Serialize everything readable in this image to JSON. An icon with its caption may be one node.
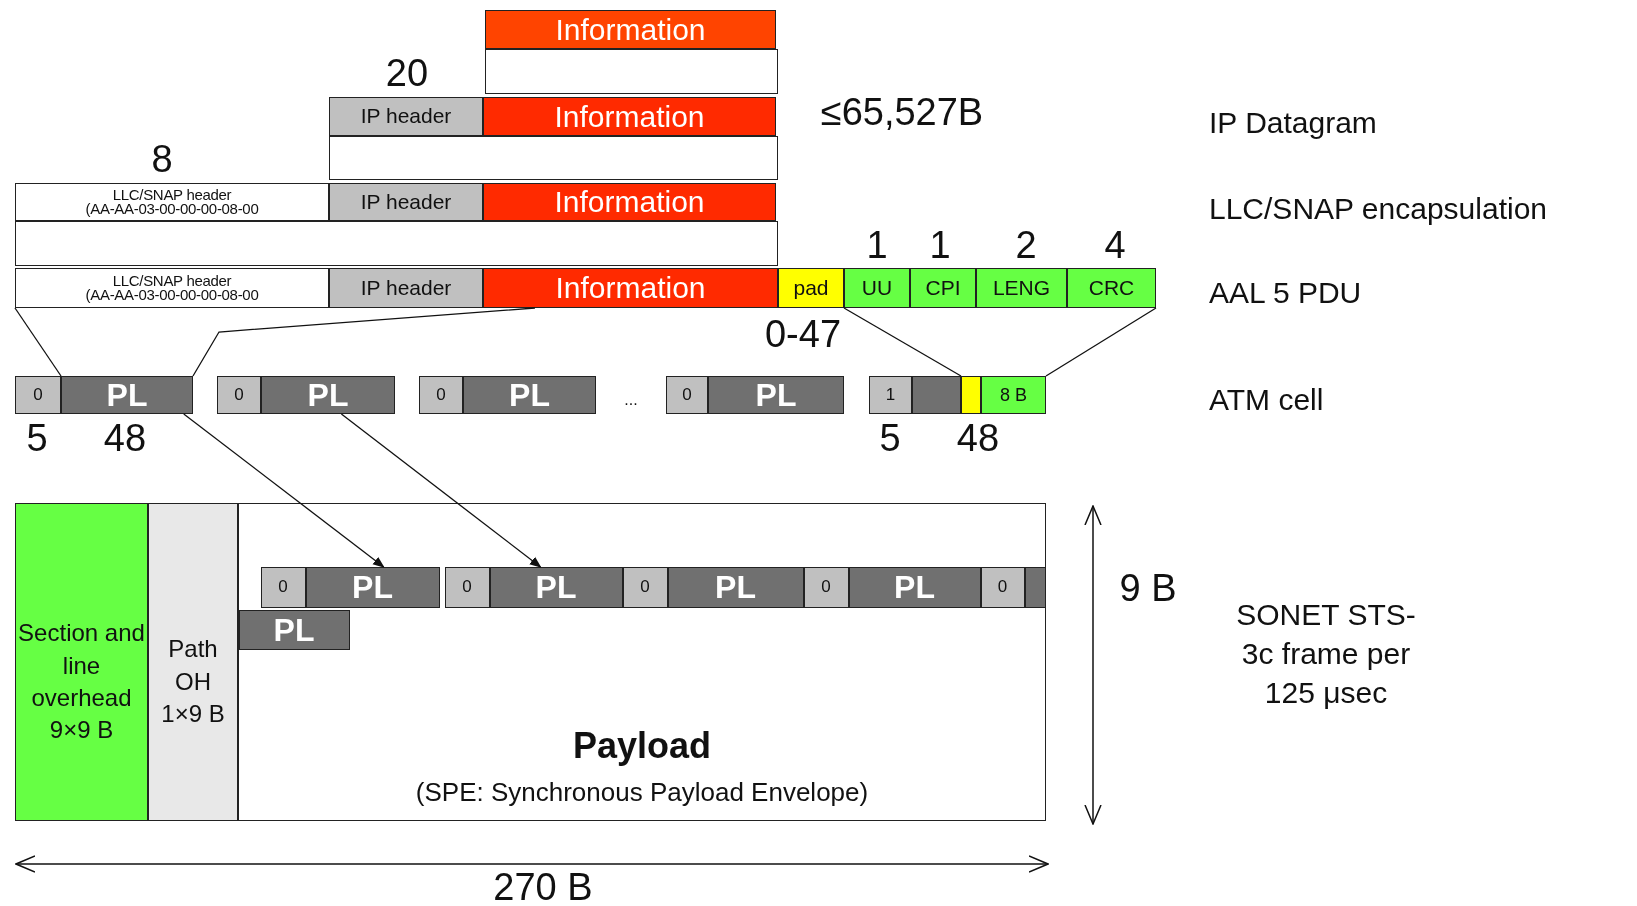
{
  "diagram": {
    "nodes": [
      {
        "text": [
          "Information"
        ]
      },
      {
        "text": [],
        "shape": "box"
      },
      {
        "text": [
          "IP header"
        ]
      },
      {
        "text": [
          "Information"
        ]
      },
      {
        "text": [],
        "shape": "box"
      },
      {
        "text": [
          "LLC/SNAP header",
          "(AA-AA-03-00-00-00-08-00"
        ]
      },
      {
        "text": [
          "IP header"
        ]
      },
      {
        "text": [
          "Information"
        ]
      },
      {
        "text": [],
        "shape": "box"
      },
      {
        "text": [
          "LLC/SNAP header",
          "(AA-AA-03-00-00-00-08-00"
        ]
      },
      {
        "text": [
          "IP header"
        ]
      },
      {
        "text": [
          "Information"
        ]
      },
      {
        "text": [
          "pad"
        ]
      },
      {
        "text": [
          "UU"
        ]
      },
      {
        "text": [
          "CPI"
        ]
      },
      {
        "text": [
          "LENG"
        ]
      },
      {
        "text": [
          "CRC"
        ]
      },
      {
        "text": [
          "0"
        ]
      },
      {
        "text": [
          "PL"
        ]
      },
      {
        "text": [
          "0"
        ]
      },
      {
        "text": [
          "PL"
        ]
      },
      {
        "text": [
          "0"
        ]
      },
      {
        "text": [
          "PL"
        ]
      },
      {
        "text": [
          "0"
        ]
      },
      {
        "text": [
          "PL"
        ]
      },
      {
        "text": [
          "1"
        ]
      },
      {
        "text": [],
        "shape": "box"
      },
      {
        "text": [],
        "shape": "box"
      },
      {
        "text": [
          "8 B"
        ]
      },
      {
        "text": [
          "Section and line overhead",
          "9×9 B"
        ]
      },
      {
        "text": [
          "Path OH",
          "1×9 B"
        ]
      },
      {
        "text": [
          "Payload",
          "(SPE: Synchronous Payload Envelope)"
        ]
      },
      {
        "text": [
          "0"
        ],
        "in": 31
      },
      {
        "text": [
          "PL"
        ],
        "in": 31
      },
      {
        "text": [
          "0"
        ],
        "in": 31
      },
      {
        "text": [
          "PL"
        ],
        "in": 31
      },
      {
        "text": [
          "0"
        ],
        "in": 31
      },
      {
        "text": [
          "PL"
        ],
        "in": 31
      },
      {
        "text": [
          "0"
        ],
        "in": 31
      },
      {
        "text": [
          "PL"
        ],
        "in": 31
      },
      {
        "text": [
          "0"
        ],
        "in": 31
      },
      {
        "text": [],
        "shape": "box",
        "in": 31
      },
      {
        "text": [
          "PL"
        ],
        "in": 31
      }
    ],
    "edges": [
      {
        "from": 9,
        "to": 17,
        "arrow": "none"
      },
      {
        "from": 11,
        "to": 18,
        "arrow": "none"
      },
      {
        "from": 12,
        "to": 27,
        "arrow": "none"
      },
      {
        "from": 16,
        "to": 28,
        "arrow": "none"
      },
      {
        "from": 18,
        "to": 33,
        "arrow": "to"
      },
      {
        "from": 20,
        "to": 35,
        "arrow": "to"
      }
    ],
    "labels": [
      "20",
      "≤65,527B",
      "IP Datagram",
      "8",
      "LLC/SNAP encapsulation",
      "1",
      "1",
      "2",
      "4",
      "AAL 5 PDU",
      "0-47",
      "...",
      "ATM cell",
      "5",
      "48",
      "5",
      "48",
      "9 B",
      "SONET STS-3c frame per 125 μsec",
      "270 B"
    ]
  }
}
